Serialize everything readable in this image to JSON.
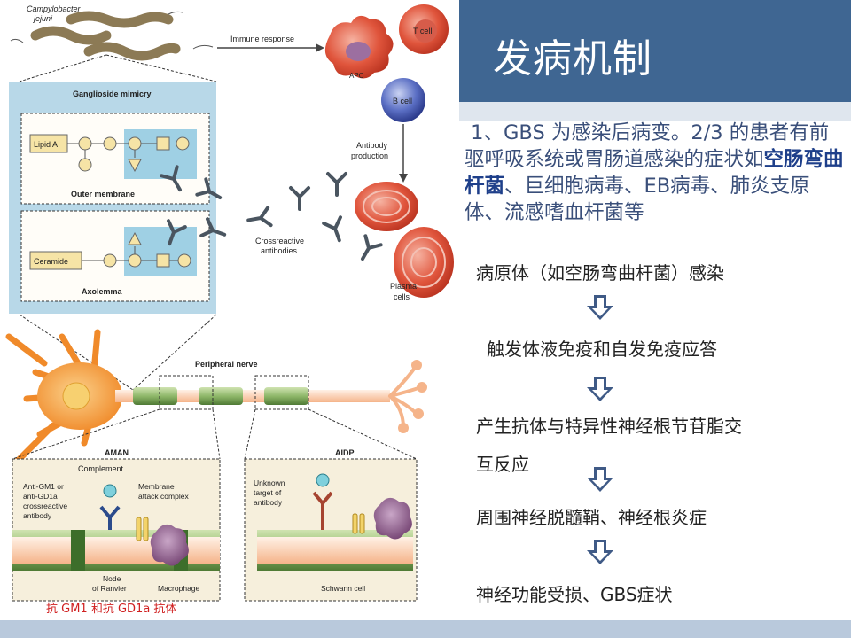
{
  "slide": {
    "title": "发病机制",
    "intro_before": "1、GBS 为感染后病变。2/3 的患者有前驱呼吸系统或胃肠道感染的症状如",
    "intro_highlight": "空肠弯曲杆菌",
    "intro_after": "、巨细胞病毒、EB病毒、肺炎支原体、流感嗜血杆菌等",
    "flow": [
      "病原体（如空肠弯曲杆菌）感染",
      "触发体液免疫和自发免疫应答",
      "产生抗体与特异性神经根节苷脂交",
      "互反应",
      "周围神经脱髓鞘、神经根炎症",
      "神经功能受损、GBS症状"
    ],
    "caption": "抗 GM1 和抗 GD1a 抗体"
  },
  "figure": {
    "bacteria_label": [
      "Campylobacter",
      "jejuni"
    ],
    "immune_response": "Immune response",
    "apc": "APC",
    "t_cell": "T cell",
    "b_cell": "B cell",
    "antibody_production": [
      "Antibody",
      "production"
    ],
    "ganglioside_mimicry": "Ganglioside mimicry",
    "lipid_a": "Lipid A",
    "outer_membrane": "Outer membrane",
    "ceramide": "Ceramide",
    "axolemma": "Axolemma",
    "crossreactive": [
      "Crossreactive",
      "antibodies"
    ],
    "plasma_cells": [
      "Plasma",
      "cells"
    ],
    "peripheral_nerve": "Peripheral nerve",
    "aman": "AMAN",
    "aidp": "AIDP",
    "complement": "Complement",
    "anti_gm1": [
      "Anti-GM1 or",
      "anti-GD1a",
      "crossreactive",
      "antibody"
    ],
    "mac": [
      "Membrane",
      "attack complex"
    ],
    "node_of_ranvier": [
      "Node",
      "of Ranvier"
    ],
    "macrophage": "Macrophage",
    "unknown_target": [
      "Unknown",
      "target of",
      "antibody"
    ],
    "schwann_cell": "Schwann cell"
  },
  "colors": {
    "title_bar": "#3f6692",
    "intro_text": "#3a4f7a",
    "highlight": "#1e3f8a",
    "arrow": "#3f5a86",
    "caption": "#d02020",
    "mimicry_panel": "#b8d8e8"
  }
}
